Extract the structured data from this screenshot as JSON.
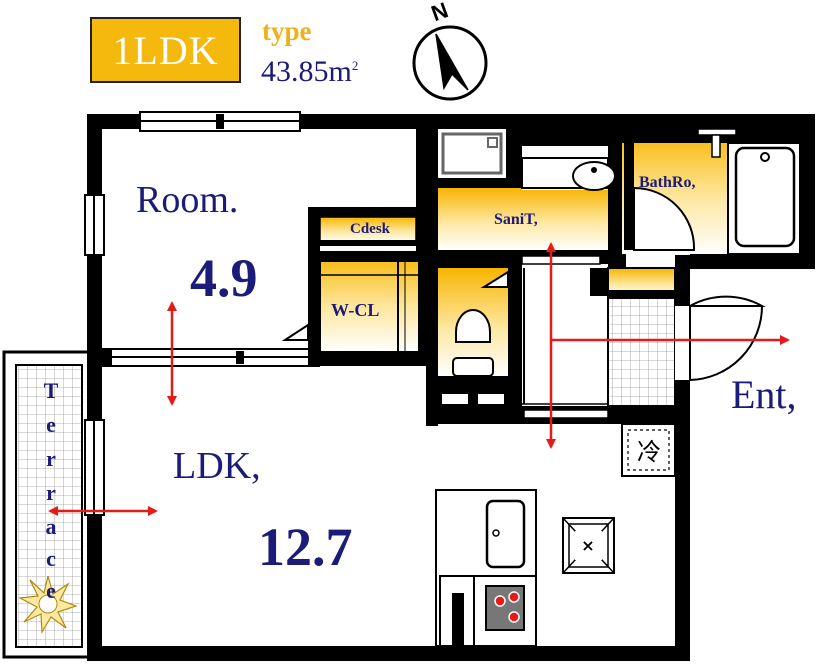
{
  "header": {
    "layout_type": "1LDK",
    "type_label": "type",
    "area_value": "43.85",
    "area_unit": "m",
    "area_sup": "2"
  },
  "compass": {
    "letter": "N"
  },
  "rooms": {
    "room": {
      "name": "Room.",
      "size": "4.9"
    },
    "ldk": {
      "name": "LDK,",
      "size": "12.7"
    },
    "cdesk": "Cdesk",
    "wcl": "W-CL",
    "sanit": "SaniT,",
    "bath": "BathRo,",
    "ent": "Ent,",
    "terrace": [
      "T",
      "e",
      "r",
      "r",
      "a",
      "c",
      "e"
    ]
  },
  "fridge": {
    "char": "冷"
  },
  "colors": {
    "badge": "#F5B80C",
    "wall": "#000000",
    "room_label": "#1b1b7a",
    "arrow": "#E41B17",
    "wet_area_gradient_top": "#F7B500",
    "wet_area_gradient_bottom": "#FFFFFF",
    "stove_burner": "#E41B17"
  }
}
